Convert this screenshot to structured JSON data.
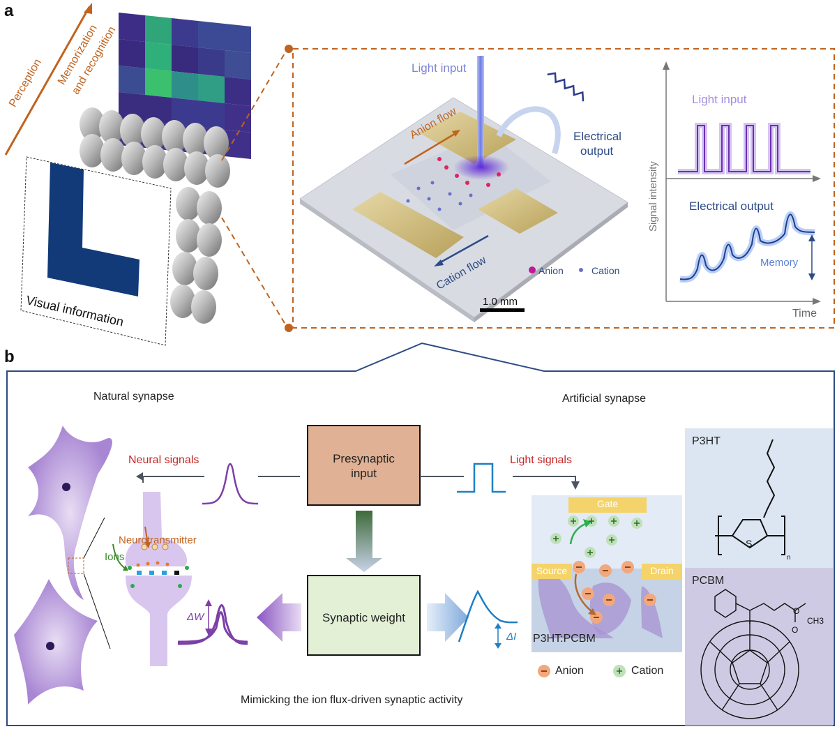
{
  "panel_a": {
    "label": "a",
    "perception": "Perception",
    "memorization": "Memorization",
    "and_recognition": "and recognition",
    "visual_information": "Visual information",
    "device": {
      "light_input": "Light input",
      "electrical_output": "Electrical",
      "electrical_output_2": "output",
      "anion_flow": "Anion flow",
      "cation_flow": "Cation flow",
      "anion_legend": "Anion",
      "cation_legend": "Cation",
      "scale_bar": "1.0 mm"
    },
    "plot": {
      "y_label": "Signal intensity",
      "x_label": "Time",
      "light_input": "Light input",
      "electrical_output": "Electrical output",
      "memory": "Memory"
    }
  },
  "panel_b": {
    "label": "b",
    "natural_synapse": "Natural synapse",
    "artificial_synapse": "Artificial synapse",
    "neural_signals": "Neural signals",
    "light_signals": "Light signals",
    "presynaptic_input_1": "Presynaptic",
    "presynaptic_input_2": "input",
    "synaptic_weight": "Synaptic weight",
    "neurotransmitter": "Neurotransmitter",
    "ions": "Ions",
    "delta_w": "ΔW",
    "delta_i": "ΔI",
    "gate": "Gate",
    "source": "Source",
    "drain": "Drain",
    "blend": "P3HT:PCBM",
    "anion_legend": "Anion",
    "cation_legend": "Cation",
    "p3ht": "P3HT",
    "pcbm": "PCBM",
    "p3ht_subscript": "n",
    "sulfur": "S",
    "pcbm_o": "O",
    "pcbm_ch3": "CH3",
    "pcbm_o2": "O",
    "caption": "Mimicking the ion flux-driven synaptic activity"
  },
  "colors": {
    "orange_accent": "#c0631e",
    "navy_frame": "#2d4b86",
    "purple": "#7b3fa8",
    "blue_signal": "#1f7fc4",
    "red_text": "#c62828",
    "presynaptic_fill": "#e0b194",
    "weight_fill": "#e3f0d6",
    "gate_yellow": "#f4d36b"
  }
}
